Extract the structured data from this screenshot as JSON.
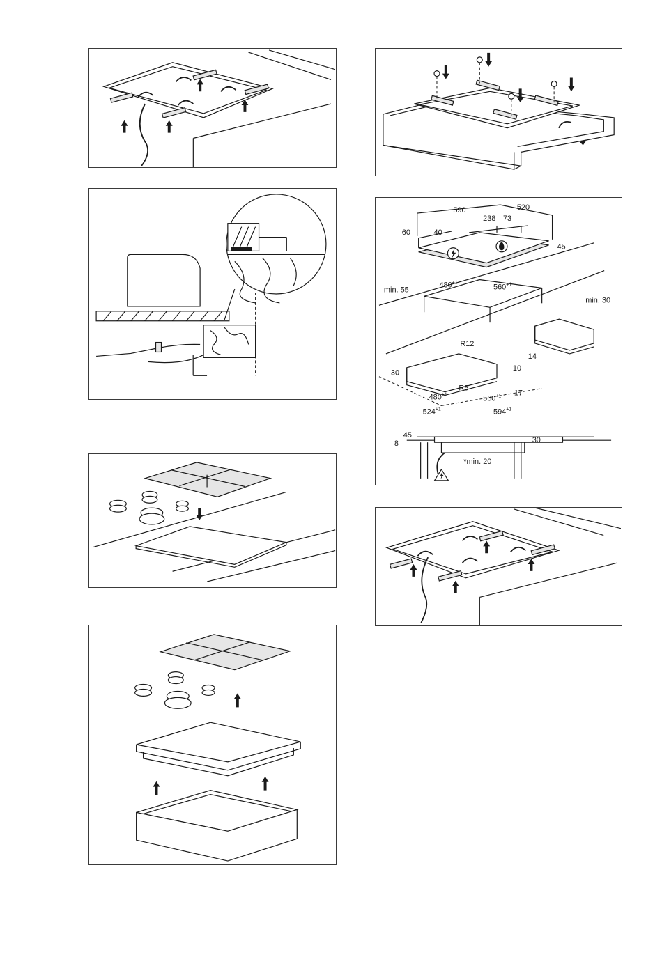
{
  "dimensions": {
    "top_width": "590",
    "top_depth": "520",
    "left_offset": "60",
    "left_inner": "40",
    "burner_offset_a": "238",
    "burner_offset_b": "73",
    "hob_height": "45",
    "min_left": "min. 55",
    "cutout_width_base": "480",
    "cutout_depth_base": "560",
    "tolerance": "+1",
    "min_back": "min. 30",
    "radius_outer": "R12",
    "radius_inner": "R5",
    "frame_width": "30",
    "frame_height": "10",
    "frame_side": "17",
    "corner_gap": "14",
    "outer_width_base": "524",
    "outer_depth_base": "594",
    "side_45": "45",
    "side_8": "8",
    "side_30": "30",
    "min_bottom": "*min. 20"
  },
  "icons": {
    "electric_symbol": "lightning-icon",
    "gas_symbol": "flame-icon",
    "warning_symbol": "electric-warning-icon"
  }
}
